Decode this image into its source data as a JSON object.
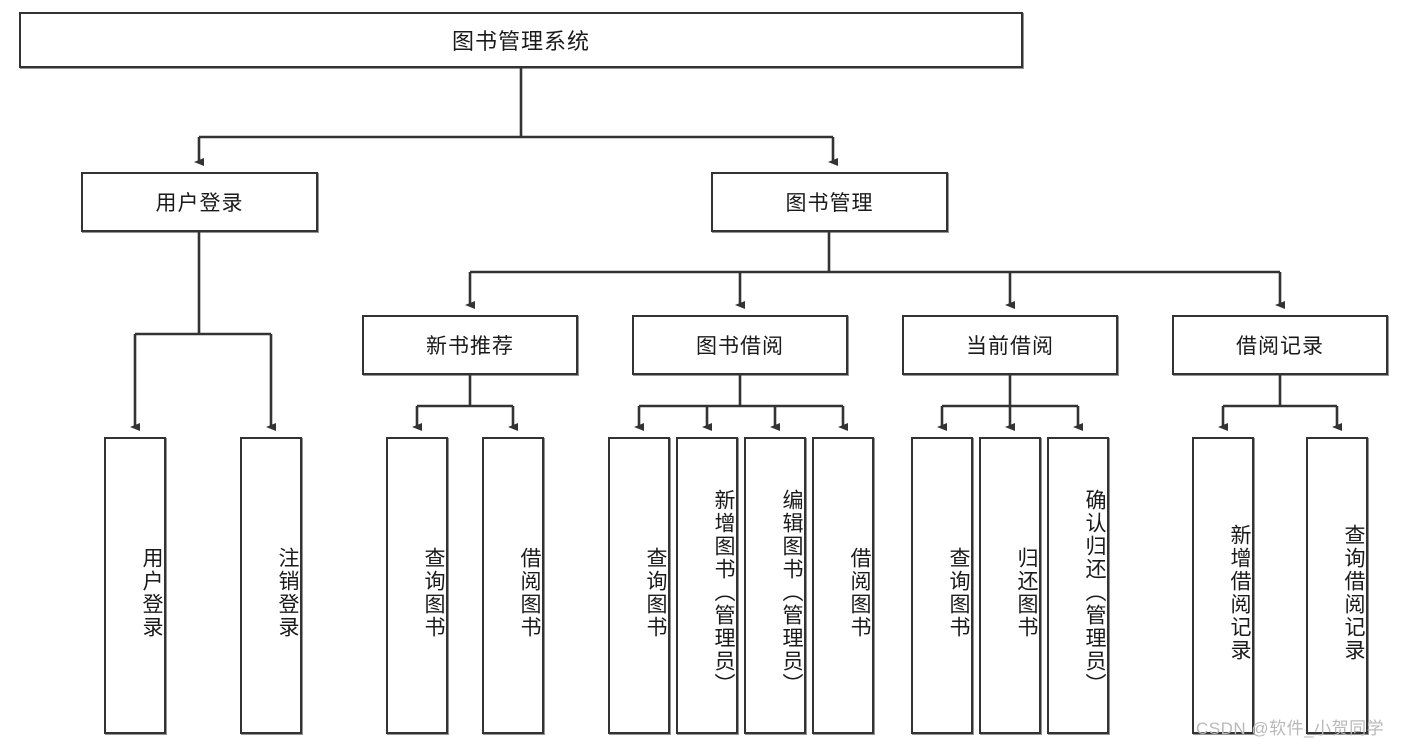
{
  "diagram": {
    "title": "图书管理系统",
    "type": "hierarchy-tree",
    "orientation": "top-down",
    "colors": {
      "box_border": "#333333",
      "box_fill": "#ffffff",
      "link": "#333333",
      "text": "#1a1a1a",
      "watermark": "#b9b9b9",
      "background": "#ffffff"
    }
  },
  "nodes": {
    "root": {
      "label": "图书管理系统",
      "level": 1
    },
    "level2": [
      {
        "id": "user-login",
        "label": "用户登录",
        "level": 2
      },
      {
        "id": "book-manage",
        "label": "图书管理",
        "level": 2
      }
    ],
    "level3": [
      {
        "id": "new-book-recommend",
        "label": "新书推荐",
        "level": 3,
        "parent": "book-manage"
      },
      {
        "id": "book-borrow",
        "label": "图书借阅",
        "level": 3,
        "parent": "book-manage"
      },
      {
        "id": "current-borrow",
        "label": "当前借阅",
        "level": 3,
        "parent": "book-manage"
      },
      {
        "id": "borrow-record",
        "label": "借阅记录",
        "level": 3,
        "parent": "book-manage"
      }
    ],
    "leaves": [
      {
        "id": "leaf-user-login",
        "label": "用户登录",
        "parent": "user-login"
      },
      {
        "id": "leaf-user-logout",
        "label": "注销登录",
        "parent": "user-login"
      },
      {
        "id": "leaf-query-book-1",
        "label": "查询图书",
        "parent": "new-book-recommend"
      },
      {
        "id": "leaf-borrow-book-1",
        "label": "借阅图书",
        "parent": "new-book-recommend"
      },
      {
        "id": "leaf-query-book-2",
        "label": "查询图书",
        "parent": "book-borrow"
      },
      {
        "id": "leaf-add-book",
        "label": "新增图书（管理员）",
        "parent": "book-borrow"
      },
      {
        "id": "leaf-edit-book",
        "label": "编辑图书（管理员）",
        "parent": "book-borrow"
      },
      {
        "id": "leaf-borrow-book-2",
        "label": "借阅图书",
        "parent": "book-borrow"
      },
      {
        "id": "leaf-query-book-3",
        "label": "查询图书",
        "parent": "current-borrow"
      },
      {
        "id": "leaf-return-book",
        "label": "归还图书",
        "parent": "current-borrow"
      },
      {
        "id": "leaf-confirm-return",
        "label": "确认归还（管理员）",
        "parent": "current-borrow"
      },
      {
        "id": "leaf-add-record",
        "label": "新增借阅记录",
        "parent": "borrow-record"
      },
      {
        "id": "leaf-query-record",
        "label": "查询借阅记录",
        "parent": "borrow-record"
      }
    ]
  },
  "watermark": {
    "text": "CSDN @软件_小贺同学"
  }
}
